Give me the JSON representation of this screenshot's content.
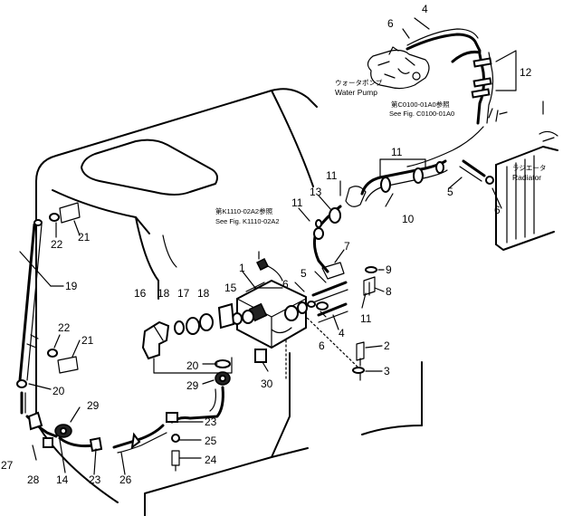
{
  "parts": [
    "1",
    "2",
    "3",
    "4",
    "5",
    "6",
    "7",
    "8",
    "9",
    "10",
    "11",
    "12",
    "13",
    "14",
    "15",
    "16",
    "17",
    "18",
    "19",
    "20",
    "21",
    "22",
    "23",
    "24",
    "25",
    "26",
    "27",
    "28",
    "29",
    "30"
  ],
  "labels": {
    "water_pump_jp": "ウォータポンプ",
    "water_pump_en": "Water Pump",
    "ref_c0100_jp": "第C0100-01A0参照",
    "ref_c0100_en": "See Fig. C0100-01A0",
    "radiator_jp": "ラジエータ",
    "radiator_en": "Radiator",
    "ref_k1110_jp": "第K1110-02A2参照",
    "ref_k1110_en": "See Fig. K1110-02A2"
  }
}
